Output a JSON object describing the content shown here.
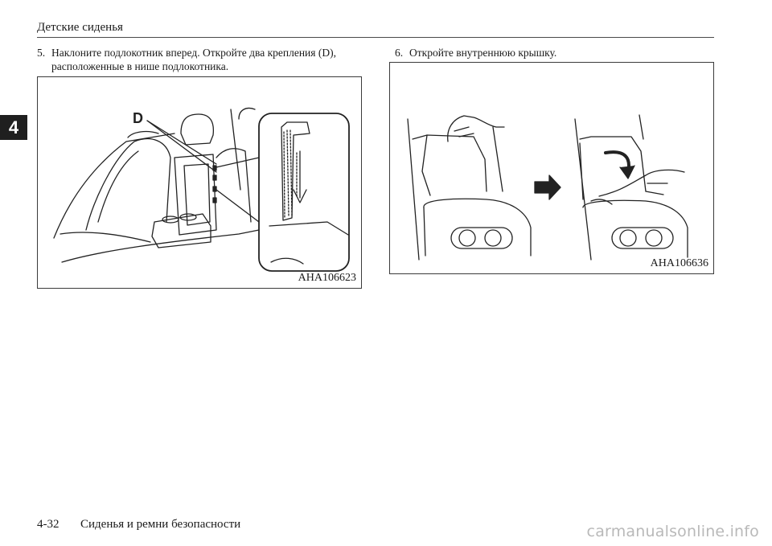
{
  "header": {
    "section_title": "Детские сиденья"
  },
  "chapter_tab": "4",
  "steps": [
    {
      "number": "5.",
      "text": "Наклоните подлокотник вперед. Откройте два крепления (D), расположенные в нише подлокотника."
    },
    {
      "number": "6.",
      "text": "Откройте внутреннюю крышку."
    }
  ],
  "figures": [
    {
      "code": "AHA106623",
      "callout": "D"
    },
    {
      "code": "AHA106636"
    }
  ],
  "footer": {
    "page_number": "4-32",
    "chapter_title": "Сиденья и ремни безопасности"
  },
  "watermark": "carmanualsonline.info"
}
